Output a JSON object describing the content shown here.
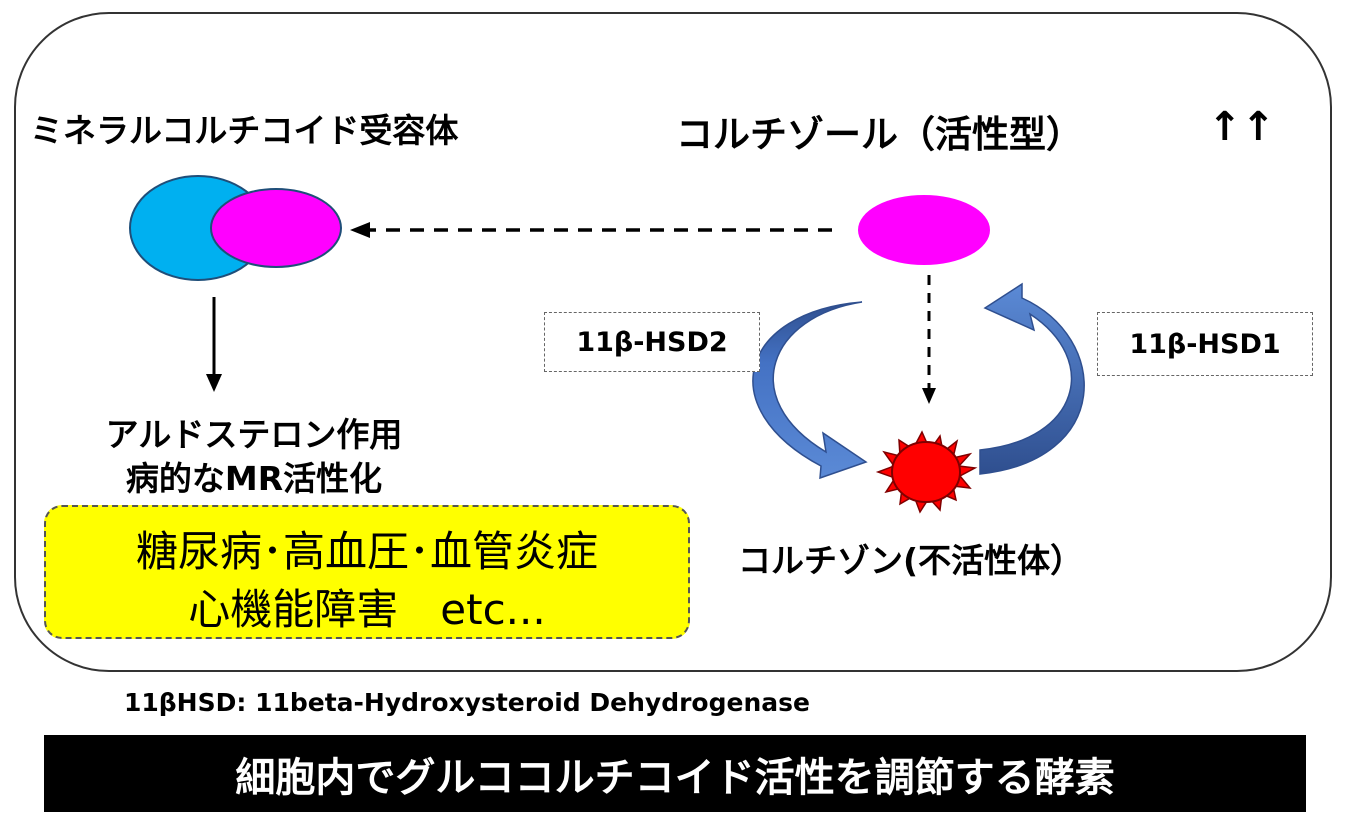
{
  "labels": {
    "receptor": "ミネラルコルチコイド受容体",
    "cortisol": "コルチゾール（活性型）",
    "arrows_up": "↑↑",
    "hsd2": "11β-HSD2",
    "hsd1": "11β-HSD1",
    "aldosterone_line1": "アルドステロン作用",
    "aldosterone_line2": "病的なMR活性化",
    "disease_line1": "糖尿病･高血圧･血管炎症",
    "disease_line2": "心機能障害　etc...",
    "cortisone": "コルチゾン(不活性体）",
    "footnote": "11βHSD: 11beta-Hydroxysteroid Dehydrogenase",
    "banner": "細胞内でグルココルチコイド活性を調節する酵素"
  },
  "colors": {
    "receptor": "#00b0f0",
    "cortisol": "#ff00ff",
    "cortisone": "#ff0000",
    "curved_arrow": "#4472c4",
    "disease_box": "#ffff00"
  }
}
